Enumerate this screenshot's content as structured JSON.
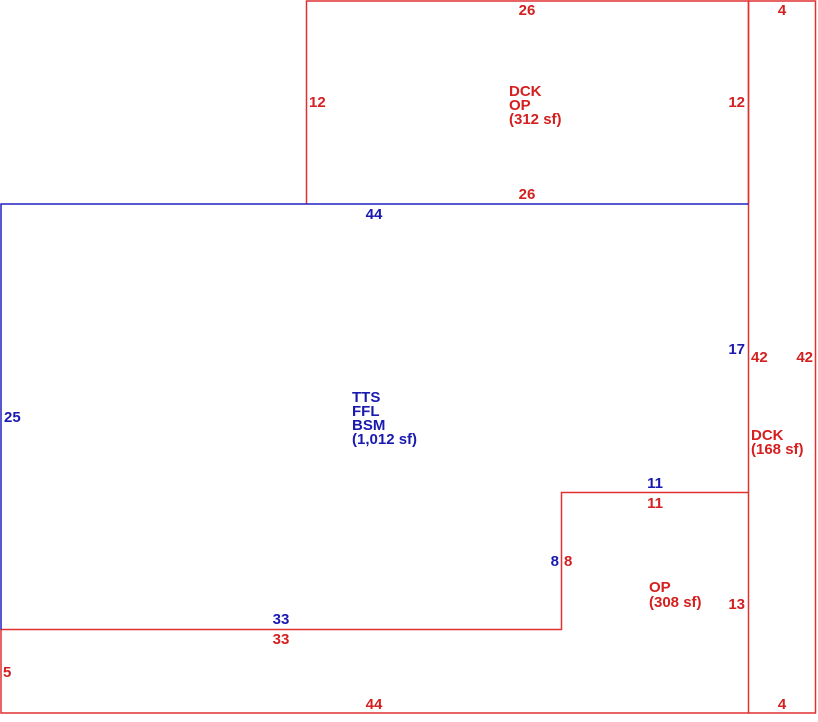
{
  "colors": {
    "main_area": "#1a1ab0",
    "exterior_area": "#d42020"
  },
  "areas": {
    "deck_top": {
      "lines": [
        "DCK",
        "OP",
        "(312 sf)"
      ]
    },
    "main": {
      "lines": [
        "TTS",
        "FFL",
        "BSM",
        "(1,012 sf)"
      ]
    },
    "deck_right": {
      "lines": [
        "DCK",
        "(168 sf)"
      ]
    },
    "porch": {
      "lines": [
        "OP",
        "(308 sf)"
      ]
    }
  },
  "dimensions": {
    "deck_top_top": "26",
    "deck_top_left": "12",
    "deck_top_right": "12",
    "deck_top_bottom": "26",
    "main_top": "44",
    "main_left": "25",
    "main_right": "17",
    "main_step_top": "11",
    "main_step_side": "8",
    "main_bottom": "33",
    "deck_right_top": "4",
    "deck_right_inner": "42",
    "deck_right_outer": "42",
    "deck_right_bottom": "4",
    "porch_step_top": "11",
    "porch_step_side": "8",
    "porch_right": "13",
    "porch_top": "33",
    "porch_left": "5",
    "porch_bottom": "44"
  }
}
